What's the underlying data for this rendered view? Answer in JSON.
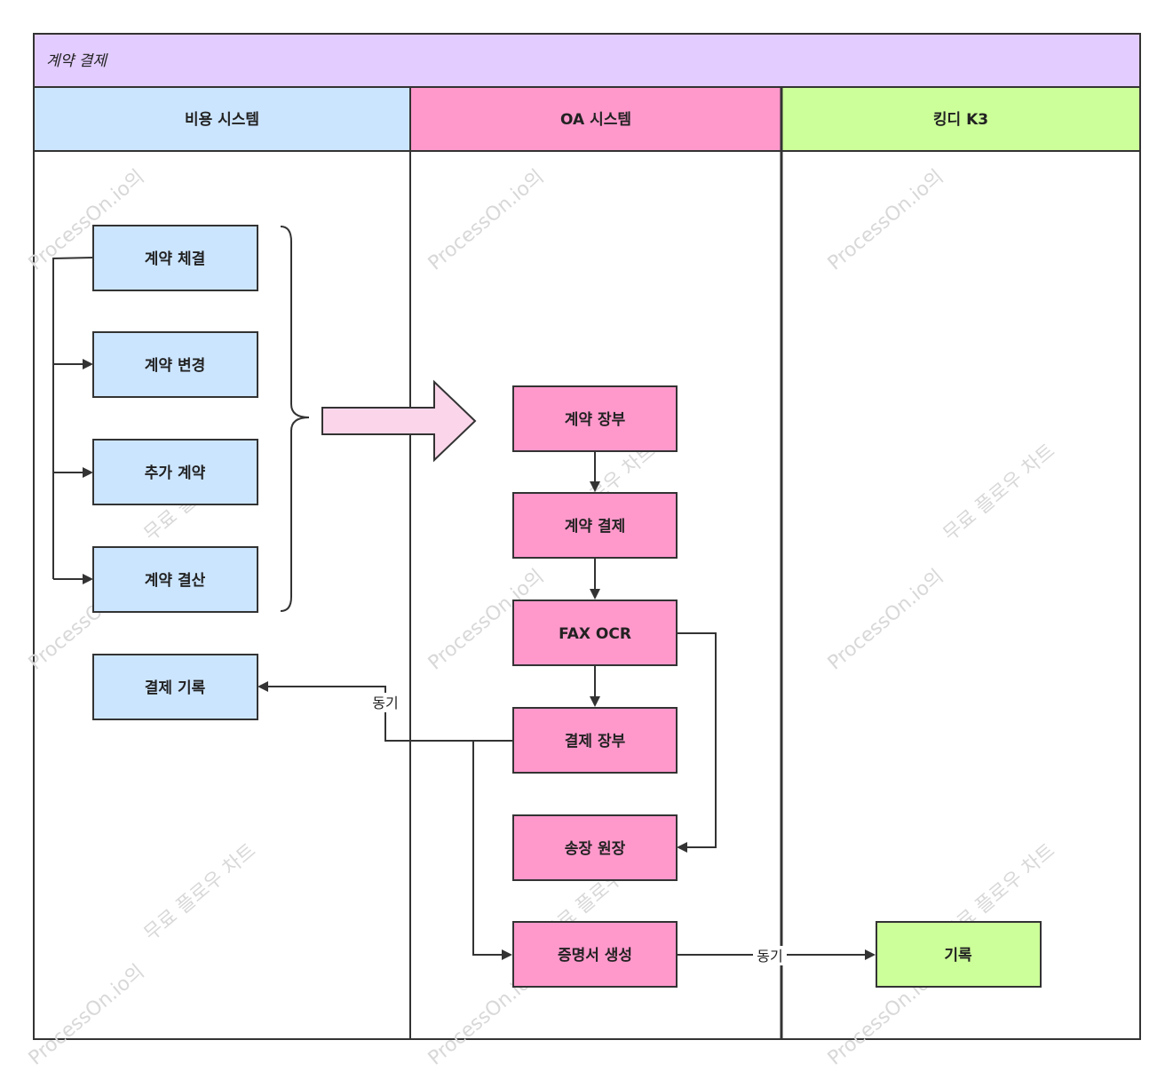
{
  "pool": {
    "title": "계약 결제",
    "color": "#e3ccff"
  },
  "lanes": [
    {
      "id": "expense",
      "title": "비용 시스템",
      "color": "#cce5ff"
    },
    {
      "id": "oa",
      "title": "OA 시스템",
      "color": "#ff99cc"
    },
    {
      "id": "k3",
      "title": "킹디 K3",
      "color": "#ccff99"
    }
  ],
  "nodes": {
    "contract_sign": "계약 체결",
    "contract_change": "계약 변경",
    "additional_contract": "추가 계약",
    "contract_settle": "계약 결산",
    "payment_record": "결제 기록",
    "contract_ledger": "계약 장부",
    "contract_payment": "계약 결제",
    "fax_ocr": "FAX OCR",
    "payment_ledger": "결제 장부",
    "invoice_ledger": "송장 원장",
    "certificate_gen": "증명서 생성",
    "record": "기록"
  },
  "edge_labels": {
    "sync_left": "동기",
    "sync_right": "동기"
  },
  "watermark": {
    "brand": "ProcessOn.io의",
    "slogan": "무료 플로우 차트"
  }
}
